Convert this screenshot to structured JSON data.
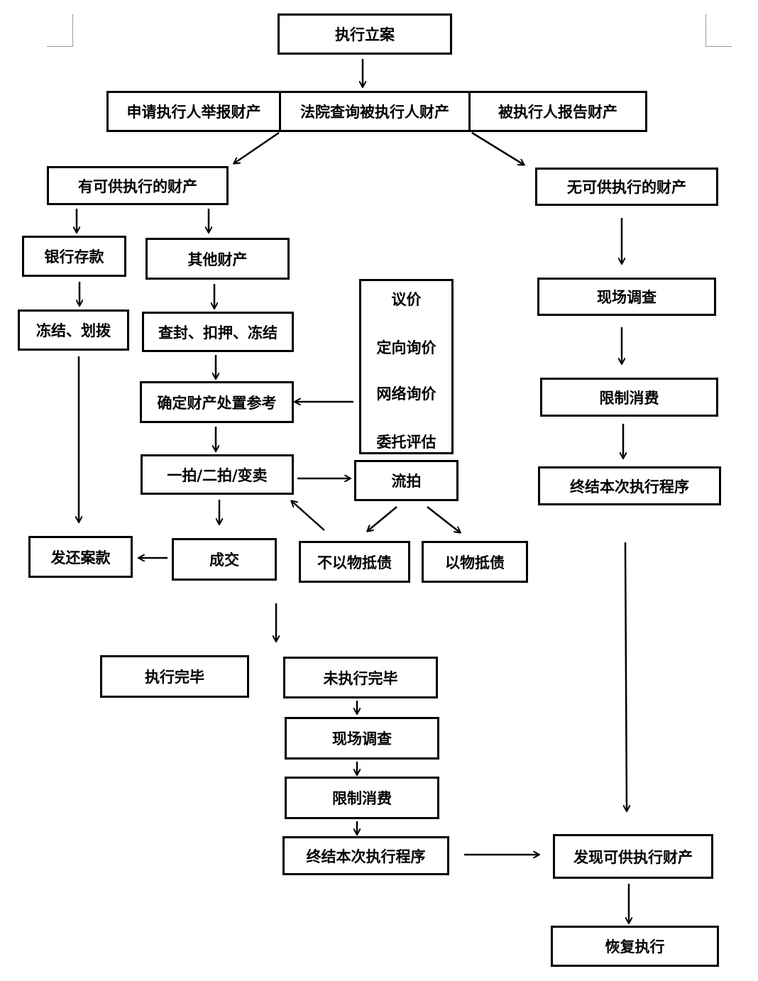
{
  "nodes": {
    "case_filing": "执行立案",
    "applicant_report": "申请执行人举报财产",
    "court_query": "法院查询被执行人财产",
    "debtor_report": "被执行人报告财产",
    "has_property": "有可供执行的财产",
    "no_property": "无可供执行的财产",
    "bank_deposit": "银行存款",
    "other_property": "其他财产",
    "freeze_transfer": "冻结、划拨",
    "seal_seize_freeze": "查封、扣押、冻结",
    "determine_reference": "确定财产处置参考",
    "auction_sale": "一拍/二拍/变卖",
    "failed_auction": "流拍",
    "no_offset": "不以物抵债",
    "offset": "以物抵债",
    "deal": "成交",
    "return_payment": "发还案款",
    "site_survey_right": "现场调查",
    "limit_consumption_right": "限制消费",
    "terminate_right": "终结本次执行程序",
    "execution_complete": "执行完毕",
    "not_complete": "未执行完毕",
    "site_survey_bottom": "现场调查",
    "limit_consumption_bottom": "限制消费",
    "terminate_bottom": "终结本次执行程序",
    "found_property": "发现可供执行财产",
    "resume_execution": "恢复执行"
  },
  "valuation_steps": [
    "议价",
    "定向询价",
    "网络询价",
    "委托评估"
  ]
}
